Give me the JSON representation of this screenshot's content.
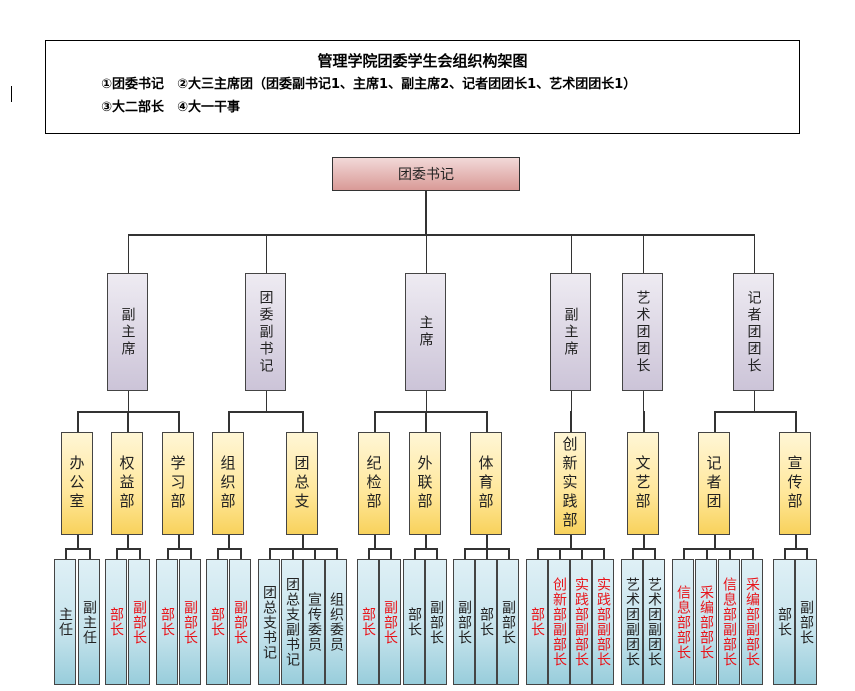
{
  "header": {
    "title": "管理学院团委学生会组织构架图",
    "legend_line1": "①团委书记　②大三主席团（团委副书记1、主席1、副主席2、记者团团长1、艺术团团长1）",
    "legend_line2": "③大二部长　④大一干事"
  },
  "colors": {
    "top_fill": "#d99a97",
    "level1_fill": "#ccc4d8",
    "level2_fill": "#ffe79a",
    "level3_fill": "#c5e3ec",
    "highlight_text": "#e8141a"
  },
  "org": {
    "root": "团委书记",
    "level1": [
      "副主席",
      "团委副书记",
      "主席",
      "副主席",
      "艺术团团长",
      "记者团团长"
    ],
    "level2": [
      "办公室",
      "权益部",
      "学习部",
      "组织部",
      "团总支",
      "纪检部",
      "外联部",
      "体育部",
      "创新实践部",
      "文艺部",
      "记者团",
      "宣传部"
    ],
    "level3": [
      {
        "label": "主任",
        "red": false
      },
      {
        "label": "副主任",
        "red": false
      },
      {
        "label": "部长",
        "red": true
      },
      {
        "label": "副部长",
        "red": true
      },
      {
        "label": "部长",
        "red": true
      },
      {
        "label": "副部长",
        "red": true
      },
      {
        "label": "部长",
        "red": true
      },
      {
        "label": "副部长",
        "red": true
      },
      {
        "label": "团总支书记",
        "red": false
      },
      {
        "label": "团总支副书记",
        "red": false
      },
      {
        "label": "宣传委员",
        "red": false
      },
      {
        "label": "组织委员",
        "red": false
      },
      {
        "label": "部长",
        "red": true
      },
      {
        "label": "副部长",
        "red": true
      },
      {
        "label": "部长",
        "red": false
      },
      {
        "label": "副部长",
        "red": false
      },
      {
        "label": "副部长",
        "red": false
      },
      {
        "label": "部长",
        "red": false
      },
      {
        "label": "副部长",
        "red": false
      },
      {
        "label": "部长",
        "red": true
      },
      {
        "label": "创新部副部长",
        "red": true
      },
      {
        "label": "实践部副部长",
        "red": true
      },
      {
        "label": "实践部副部长",
        "red": true
      },
      {
        "label": "艺术团副团长",
        "red": false
      },
      {
        "label": "艺术团副团长",
        "red": false
      },
      {
        "label": "信息部部长",
        "red": true
      },
      {
        "label": "采编部部长",
        "red": true
      },
      {
        "label": "信息部副部长",
        "red": true
      },
      {
        "label": "采编部副部长",
        "red": true
      },
      {
        "label": "部长",
        "red": false
      },
      {
        "label": "副部长",
        "red": false
      }
    ]
  }
}
